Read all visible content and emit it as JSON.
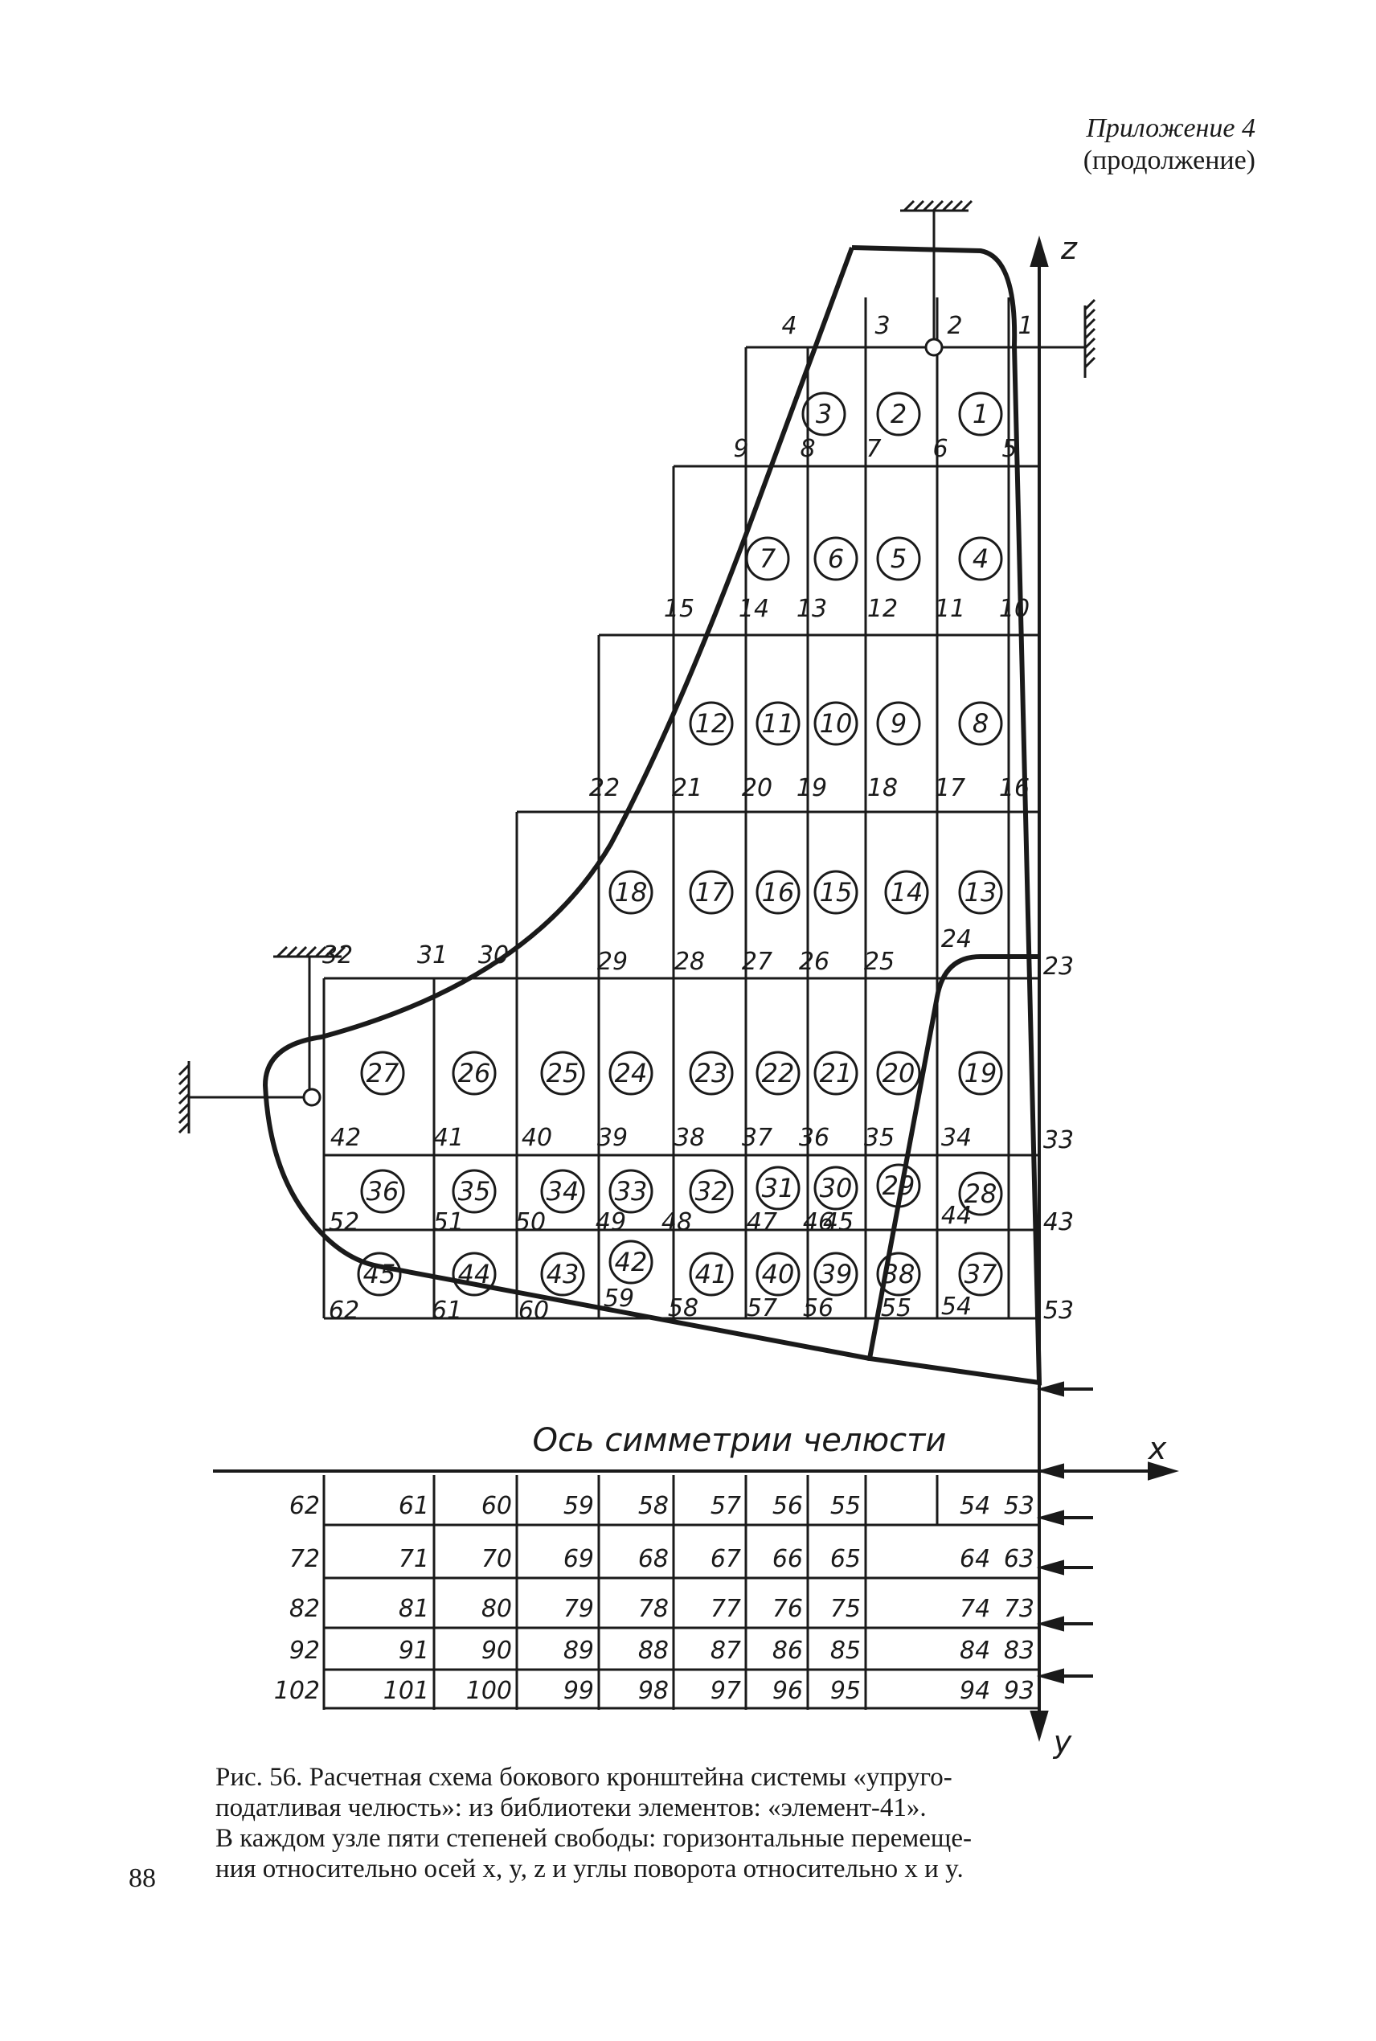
{
  "header": {
    "line1": "Приложение 4",
    "line2": "(продолжение)"
  },
  "diagram": {
    "axis_z": "z",
    "axis_x": "x",
    "axis_y": "y",
    "symmetry_label": "Ось симметрии челюсти",
    "elements": [
      "1",
      "2",
      "3",
      "4",
      "5",
      "6",
      "7",
      "8",
      "9",
      "10",
      "11",
      "12",
      "13",
      "14",
      "15",
      "16",
      "17",
      "18",
      "19",
      "20",
      "21",
      "22",
      "23",
      "24",
      "25",
      "26",
      "27",
      "28",
      "29",
      "30",
      "31",
      "32",
      "33",
      "34",
      "35",
      "36",
      "37",
      "38",
      "39",
      "40",
      "41",
      "42",
      "43",
      "44",
      "45"
    ],
    "nodes_upper": [
      "1",
      "2",
      "3",
      "4",
      "5",
      "6",
      "7",
      "8",
      "9",
      "10",
      "11",
      "12",
      "13",
      "14",
      "15",
      "16",
      "17",
      "18",
      "19",
      "20",
      "21",
      "22",
      "23",
      "24",
      "25",
      "26",
      "27",
      "28",
      "29",
      "30",
      "31",
      "32",
      "33",
      "34",
      "35",
      "36",
      "37",
      "38",
      "39",
      "40",
      "41",
      "42",
      "43",
      "44",
      "45",
      "46",
      "47",
      "48",
      "49",
      "50",
      "51",
      "52",
      "53",
      "54",
      "55",
      "56",
      "57",
      "58",
      "59",
      "60",
      "61",
      "62"
    ],
    "table_rows": [
      [
        "62",
        "61",
        "60",
        "59",
        "58",
        "57",
        "56",
        "55",
        "54",
        "53"
      ],
      [
        "72",
        "71",
        "70",
        "69",
        "68",
        "67",
        "66",
        "65",
        "64",
        "63"
      ],
      [
        "82",
        "81",
        "80",
        "79",
        "78",
        "77",
        "76",
        "75",
        "74",
        "73"
      ],
      [
        "92",
        "91",
        "90",
        "89",
        "88",
        "87",
        "86",
        "85",
        "84",
        "83"
      ],
      [
        "102",
        "101",
        "100",
        "99",
        "98",
        "97",
        "96",
        "95",
        "94",
        "93"
      ]
    ]
  },
  "caption": {
    "line1": "Рис. 56. Расчетная схема бокового кронштейна системы «упруго-",
    "line2": "податливая челюсть»: из библиотеки элементов: «элемент-41».",
    "line3": "В каждом узле пяти степеней свободы: горизонтальные перемеще-",
    "line4": "ния относительно осей x, y, z и углы поворота относительно x и y."
  },
  "page_number": "88"
}
